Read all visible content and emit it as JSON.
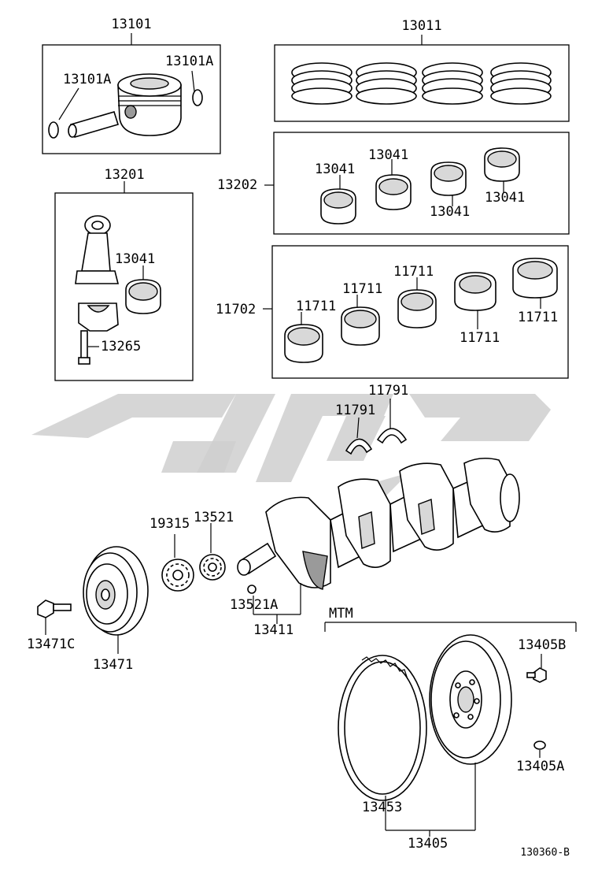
{
  "labels": {
    "p13101": "13101",
    "p13101A_left": "13101A",
    "p13101A_right": "13101A",
    "p13011": "13011",
    "p13201": "13201",
    "p13202": "13202",
    "p13041_a": "13041",
    "p13041_b": "13041",
    "p13041_c": "13041",
    "p13041_d": "13041",
    "p13041_e": "13041",
    "p13265": "13265",
    "p11702": "11702",
    "p11711_a": "11711",
    "p11711_b": "11711",
    "p11711_c": "11711",
    "p11711_d": "11711",
    "p11711_e": "11711",
    "p11791_a": "11791",
    "p11791_b": "11791",
    "p19315": "19315",
    "p13521": "13521",
    "p13521A": "13521A",
    "p13411": "13411",
    "p13471C": "13471C",
    "p13471": "13471",
    "mtm": "MTM",
    "p13405B": "13405B",
    "p13405A": "13405A",
    "p13453": "13453",
    "p13405": "13405",
    "ref": "130360-B"
  },
  "colors": {
    "line": "#000000",
    "watermark": "#cfcfcf",
    "shade": "#d8d8d8"
  },
  "icons": [
    "piston-icon",
    "piston-ring-icon",
    "connecting-rod-icon",
    "bearing-shell-icon",
    "thrust-washer-icon",
    "crankshaft-icon",
    "pulley-icon",
    "sprocket-icon",
    "flywheel-icon",
    "ring-gear-icon",
    "bolt-icon",
    "watermark-logo"
  ]
}
